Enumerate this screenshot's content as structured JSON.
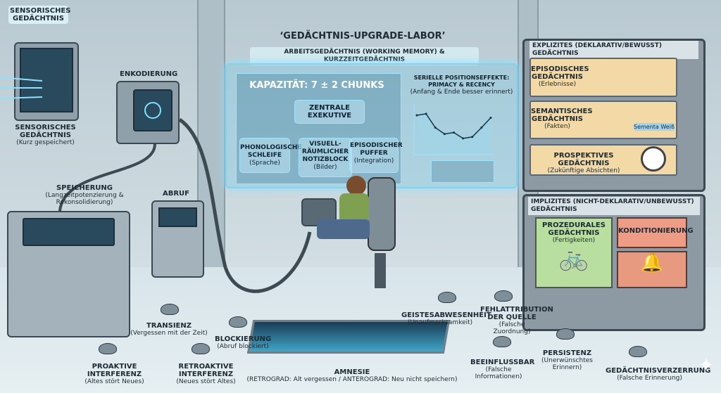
{
  "title": "‘GEDÄCHTNIS-UPGRADE-LABOR’",
  "subtitle": "ARBEITSGEDÄCHTNIS (Working Memory) & KURZZEITGEDÄCHTNIS",
  "left": {
    "sensory_top": "SENSORISCHES GEDÄCHTNIS",
    "sensory": {
      "title": "SENSORISCHES GEDÄCHTNIS",
      "sub": "(Kurz gespeichert)"
    },
    "encoding": "ENKODIERUNG",
    "storage": {
      "title": "SPEICHERUNG",
      "sub": "(Langzeitpotenzierung & Rekonsolidierung)"
    },
    "retrieval": "ABRUF"
  },
  "working_memory": {
    "capacity": "KAPAZITÄT: 7 ± 2 CHUNKS",
    "central": "ZENTRALE EXEKUTIVE",
    "phonological": {
      "title": "PHONOLOGISCHE SCHLEIFE",
      "sub": "(Sprache)"
    },
    "visuospatial": {
      "title": "VISUELL-RÄUMLICHER NOTIZBLOCK",
      "sub": "(Bilder)"
    },
    "episodic_buffer": {
      "title": "EPISODISCHER PUFFER",
      "sub": "(Integration)"
    },
    "serial": {
      "title": "SERIELLE POSITIONSEFFEKTE: PRIMACY & RECENCY",
      "sub": "(Anfang & Ende besser erinnert)"
    }
  },
  "chart_data": {
    "type": "line",
    "title": "Serielle Positionseffekte",
    "x": [
      1,
      2,
      3,
      4,
      5,
      6,
      7,
      8,
      9
    ],
    "values": [
      0.8,
      0.83,
      0.55,
      0.42,
      0.45,
      0.33,
      0.36,
      0.55,
      0.75
    ],
    "ylim": [
      0,
      1
    ]
  },
  "explicit": {
    "header": "EXPLIZITES (Deklarativ/Bewusst) GEDÄCHTNIS",
    "episodic": {
      "title": "EPISODISCHES GEDÄCHTNIS",
      "sub": "(Erlebnisse)"
    },
    "semantic": {
      "title": "SEMANTISCHES GEDÄCHTNIS",
      "sub": "(Fakten)",
      "portrait": "Sementa Weiß"
    },
    "prospective": {
      "title": "PROSPEKTIVES GEDÄCHTNIS",
      "sub": "(Zukünftige Absichten)"
    }
  },
  "implicit": {
    "header": "IMPLIZITES (Nicht-deklarativ/Unbewusst) GEDÄCHTNIS",
    "procedural": {
      "title": "PROZEDURALES GEDÄCHTNIS",
      "sub": "(Fertigkeiten)"
    },
    "conditioning": "KONDITIONIERUNG"
  },
  "bugs": [
    {
      "title": "TRANSIENZ",
      "sub": "(Vergessen mit der Zeit)"
    },
    {
      "title": "BLOCKIERUNG",
      "sub": "(Abruf blockiert)"
    },
    {
      "title": "PROAKTIVE INTERFERENZ",
      "sub": "(Altes stört Neues)"
    },
    {
      "title": "RETROAKTIVE INTERFERENZ",
      "sub": "(Neues stört Altes)"
    },
    {
      "title": "GEISTESABWESENHEIT",
      "sub": "(Unaufmerksamkeit)"
    },
    {
      "title": "FEHLATTRIBUTION DER QUELLE",
      "sub": "(Falsche Zuordnung)"
    },
    {
      "title": "BEEINFLUSSBAR",
      "sub": "(Falsche Informationen)"
    },
    {
      "title": "PERSISTENZ",
      "sub": "(Unerwünschtes Erinnern)"
    },
    {
      "title": "GEDÄCHTNISVERZERRUNG",
      "sub": "(Falsche Erinnerung)"
    }
  ],
  "amnesia": {
    "title": "AMNESIE",
    "sub": "(RETROGRAD: Alt vergessen / ANTEROGRAD: Neu nicht speichern)"
  }
}
